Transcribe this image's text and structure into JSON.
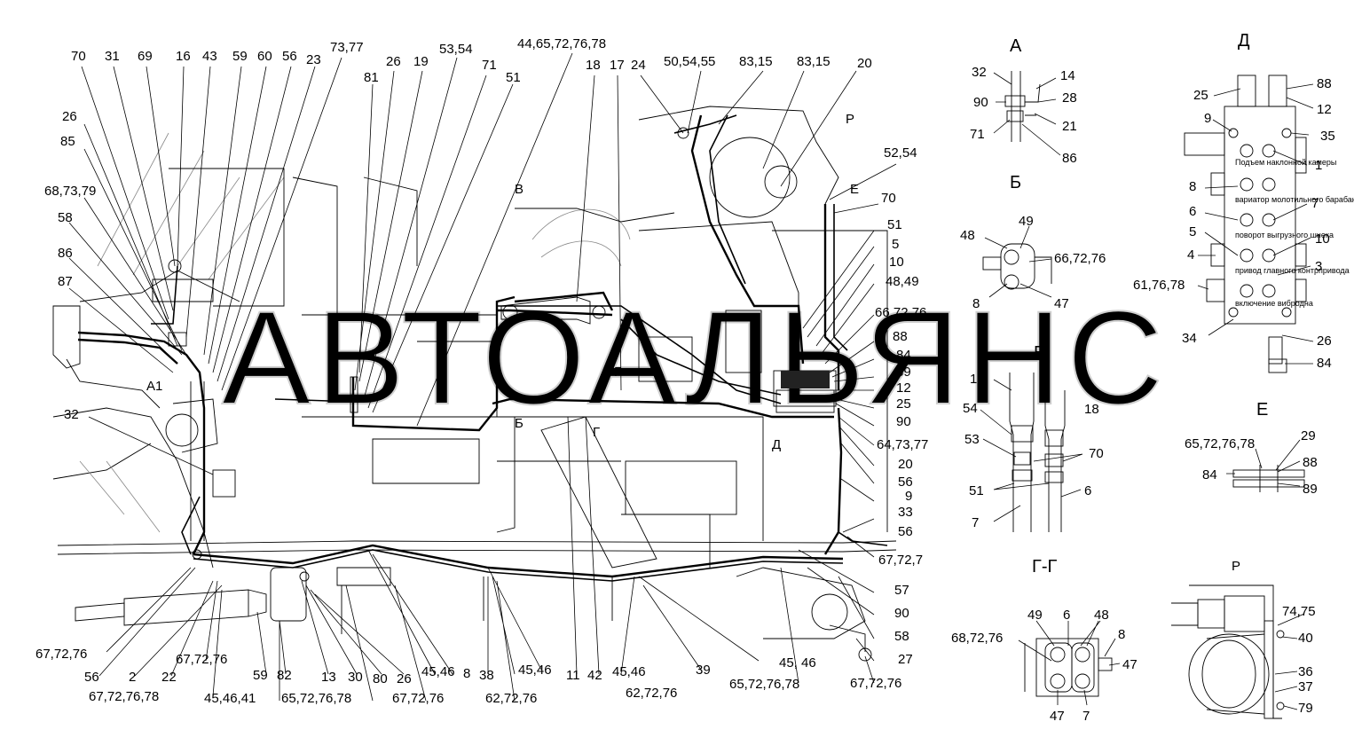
{
  "watermark": "АВТОАЛЬЯНС",
  "view_titles": [
    "А",
    "Б",
    "В",
    "Г-Г",
    "Д",
    "Е",
    "Р"
  ],
  "main_labels": [
    "70",
    "31",
    "69",
    "16",
    "43",
    "59",
    "60",
    "56",
    "23",
    "73,77",
    "26",
    "19",
    "53,54",
    "71",
    "44,65,72,76,78",
    "18",
    "17",
    "24",
    "50,54,55",
    "83,15",
    "83,15",
    "20",
    "81",
    "51",
    "26",
    "85",
    "68,73,79",
    "58",
    "86",
    "87",
    "А1",
    "32",
    "52,54",
    "Р",
    "Е",
    "70",
    "51",
    "5",
    "10",
    "48,49",
    "66,72,76",
    "88",
    "84",
    "89",
    "12",
    "25",
    "90",
    "64,73,77",
    "20",
    "56",
    "9",
    "33",
    "56",
    "67,72,7",
    "57",
    "90",
    "58",
    "27",
    "67,72,76",
    "В",
    "Б",
    "Г",
    "Г",
    "Д",
    "67,72,76",
    "56",
    "2",
    "22",
    "67,72,76",
    "67,72,76,78",
    "59",
    "82",
    "13",
    "30",
    "80",
    "26",
    "45,46",
    "8",
    "38",
    "45,46",
    "11",
    "42",
    "45,46",
    "39",
    "45, 46",
    "65,72,76,78",
    "45,46,41",
    "65,72,76,78",
    "67,72,76",
    "62,72,76",
    "62,72,76"
  ],
  "view_a_labels": [
    "32",
    "14",
    "90",
    "28",
    "21",
    "71",
    "86"
  ],
  "view_b_labels": [
    "48",
    "49",
    "66,72,76",
    "8",
    "47"
  ],
  "view_v_labels": [
    "18",
    "54",
    "18",
    "53",
    "70",
    "51",
    "6",
    "7"
  ],
  "view_gg_labels": [
    "49",
    "6",
    "48",
    "68,72,76",
    "8",
    "47",
    "47",
    "7"
  ],
  "view_d_labels": [
    "25",
    "88",
    "12",
    "9",
    "35",
    "1",
    "8",
    "7",
    "6",
    "5",
    "10",
    "4",
    "3",
    "61,76,78",
    "34",
    "26",
    "84"
  ],
  "view_d_valve_text": [
    "Подъем наклонной камеры",
    "вариатор молотильного барабана",
    "поворот выгрузного шнека",
    "привод главного контрпривода",
    "включение вибродна"
  ],
  "view_e_labels": [
    "65,72,76,78",
    "29",
    "84",
    "88",
    "89"
  ],
  "view_r_labels": [
    "74,75",
    "40",
    "36",
    "37",
    "79"
  ]
}
